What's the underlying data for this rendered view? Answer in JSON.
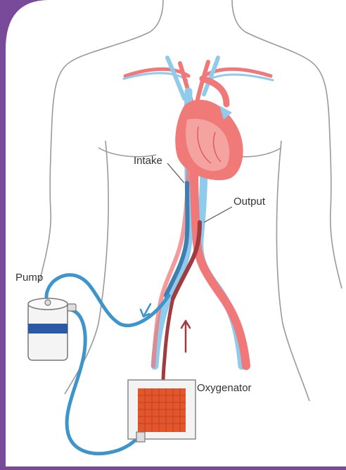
{
  "labels": {
    "intake": "Intake",
    "output": "Output",
    "pump": "Pump",
    "oxygenator": "Oxygenator"
  },
  "colors": {
    "frame": "#7a4a9a",
    "panel": "#ffffff",
    "body_outline": "#8e8e8e",
    "artery": "#f07878",
    "artery_dark": "#e15c5c",
    "vein": "#8fcbeb",
    "vein_dark": "#4b9fd3",
    "heart": "#f07a78",
    "heart_inner": "#f5a3a0",
    "tube_blue": "#3d95cc",
    "tube_red": "#a03b40",
    "pump_band": "#2b59a6",
    "oxygenator_core": "#e2562e"
  }
}
